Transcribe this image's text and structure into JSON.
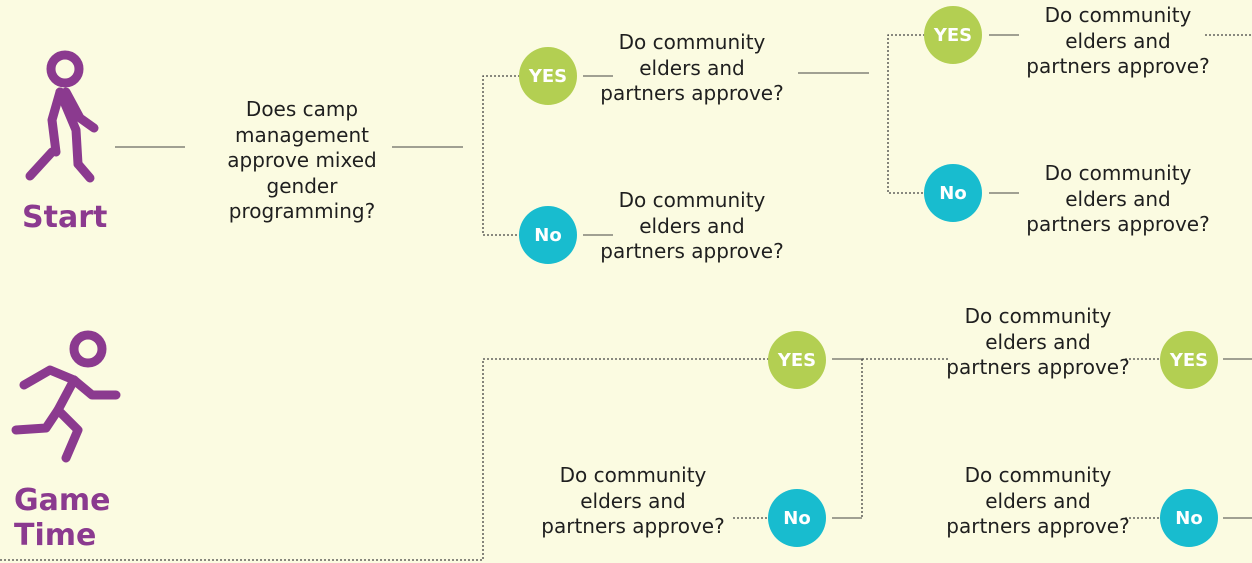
{
  "colors": {
    "background": "#fbfbe1",
    "accent": "#8b3a8f",
    "yes_circle": "#b3cf52",
    "no_circle": "#18bccf",
    "text": "#1f1f1f",
    "line": "#444444"
  },
  "icons": {
    "start_figure": "walking-person-icon",
    "game_time_figure": "running-person-icon"
  },
  "labels": {
    "start": "Start",
    "game_time_line1": "Game",
    "game_time_line2": "Time"
  },
  "badges": {
    "yes": "YES",
    "no": "No"
  },
  "questions": {
    "camp": "Does camp management approve mixed gender programming?",
    "community": "Do community elders and partners approve?"
  }
}
